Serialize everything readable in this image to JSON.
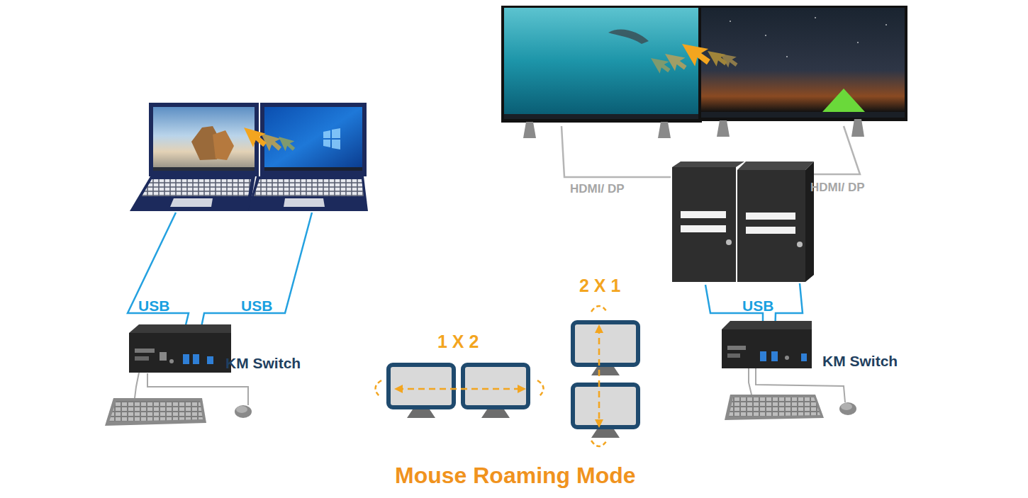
{
  "diagram": {
    "caption": "Mouse Roaming Mode",
    "nodes": [
      {
        "text": [
          "KM Switch"
        ]
      },
      {
        "text": [
          "KM Switch"
        ]
      }
    ],
    "labels": [
      "USB",
      "USB",
      "HDMI/ DP",
      "HDMI/ DP",
      "USB",
      "1 X 2",
      "2 X 1"
    ]
  }
}
